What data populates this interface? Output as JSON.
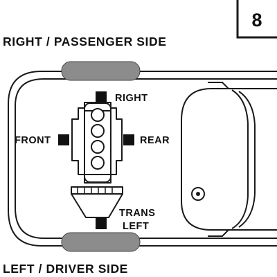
{
  "diagram_number": "8",
  "side_labels": {
    "top": "RIGHT / PASSENGER SIDE",
    "bottom": "LEFT / DRIVER SIDE"
  },
  "mount_labels": {
    "right": "RIGHT",
    "front": "FRONT",
    "rear": "REAR",
    "trans_line1": "TRANS",
    "trans_line2": "LEFT"
  },
  "colors": {
    "outline": "#1a1a1a",
    "tire_fill": "#8c8c8c",
    "mount_fill": "#111111",
    "background": "#ffffff"
  }
}
